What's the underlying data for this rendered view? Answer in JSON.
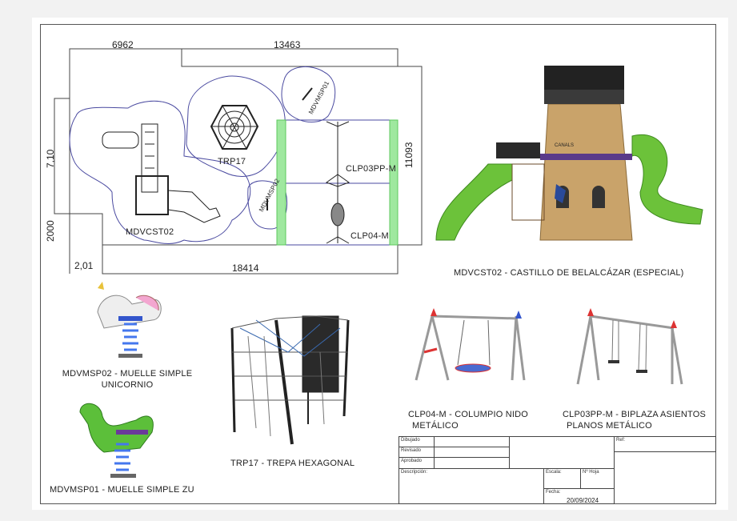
{
  "plan": {
    "dimensions": {
      "top_left": "6962",
      "top_right": "13463",
      "right": "11093",
      "left": "7,10",
      "left_bottom": "2000",
      "bottom_left": "2,01",
      "bottom": "18414"
    },
    "labels": {
      "castle": "MDVCST02",
      "climber": "TRP17",
      "spring1": "MDVMSP01",
      "spring2": "MDVMSP02",
      "swing_flat": "CLP03PP-M",
      "swing_nest": "CLP04-M"
    }
  },
  "products": [
    {
      "caption": "MDVCST02 - CASTILLO DE BELALCÁZAR (ESPECIAL)"
    },
    {
      "caption_line1": "MDVMSP02 - MUELLE SIMPLE",
      "caption_line2": "UNICORNIO"
    },
    {
      "caption": "TRP17 - TREPA HEXAGONAL"
    },
    {
      "caption_line1": "CLP04-M - COLUMPIO NIDO",
      "caption_line2": "METÁLICO"
    },
    {
      "caption_line1": "CLP03PP-M - BIPLAZA ASIENTOS",
      "caption_line2": "PLANOS METÁLICO"
    },
    {
      "caption": "MDVMSP01 - MUELLE SIMPLE ZU"
    }
  ],
  "castle_sign": "CANALS",
  "title_block": {
    "dibujado": "Dibujado",
    "revisado": "Revisado",
    "aprobado": "Aprobado",
    "descripcion": "Descripción:",
    "escala": "Escala:",
    "hoja": "Nº Hoja",
    "fecha_label": "Fecha:",
    "fecha": "20/09/2024",
    "ref": "Ref:"
  },
  "colors": {
    "boundary": "#4a4aa0",
    "safety_green": "#7ee07e",
    "slide_green": "#6cc23a",
    "castle_wood": "#c9a36a"
  }
}
